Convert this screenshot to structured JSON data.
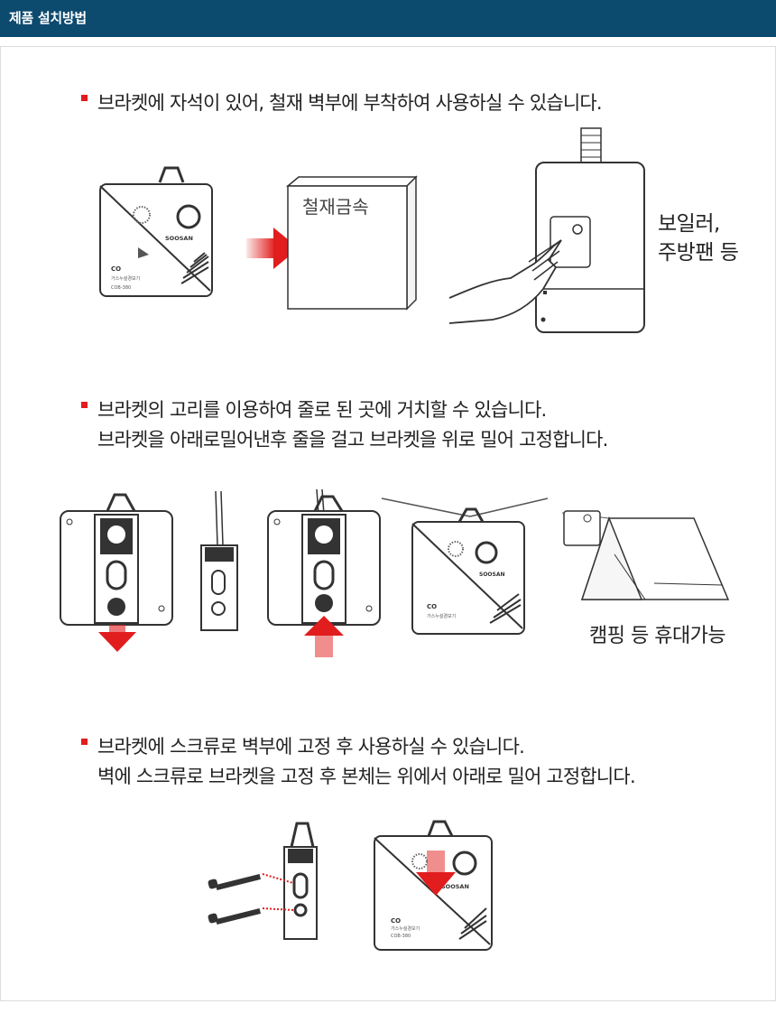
{
  "header": {
    "title": "제품 설치방법"
  },
  "section1": {
    "line1": "브라켓에 자석이 있어, 철재 벽부에 부착하여 사용하실 수 있습니다.",
    "metal_box_label": "철재금속",
    "location_line1": "보일러,",
    "location_line2": "주방팬 등"
  },
  "section2": {
    "line1": "브라켓의 고리를 이용하여 줄로 된 곳에 거치할 수 있습니다.",
    "line2": "브라켓을 아래로밀어낸후 줄을 걸고 브라켓을 위로 밀어 고정합니다.",
    "camping_label": "캠핑 등 휴대가능"
  },
  "section3": {
    "line1": "브라켓에 스크류로 벽부에 고정 후 사용하실 수 있습니다.",
    "line2": "벽에 스크류로 브라켓을 고정 후 본체는 위에서 아래로 밀어 고정합니다."
  },
  "device": {
    "brand": "SOOSAN",
    "gas": "CO",
    "name": "가스누설경보기",
    "model": "COB-380",
    "accent_color": "#e11d1d",
    "header_color": "#0c4a6e"
  }
}
